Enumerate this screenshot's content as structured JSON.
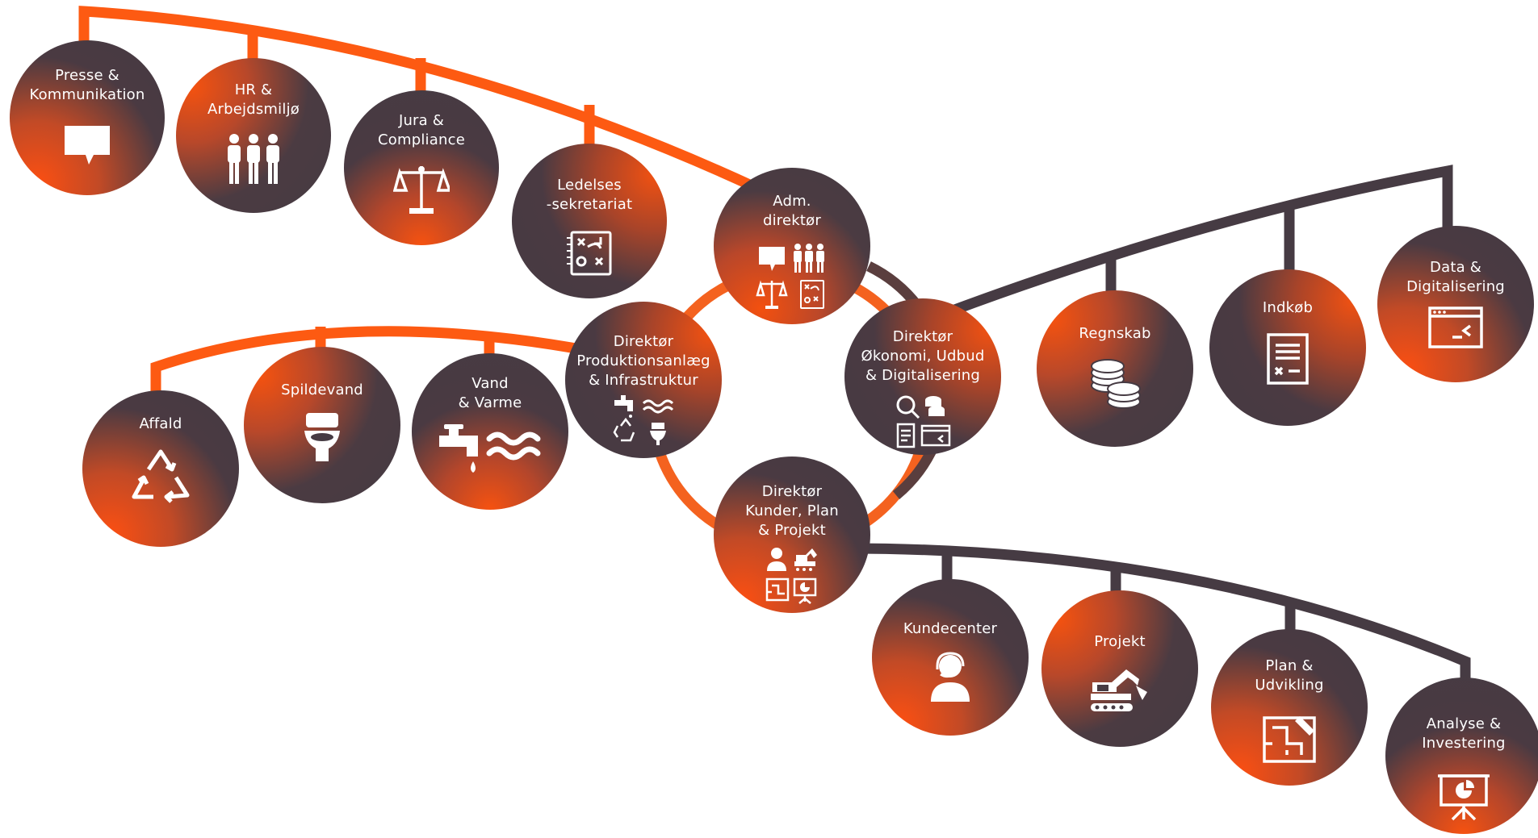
{
  "colors": {
    "orange_line": "#fd5a12",
    "dark_line": "#463b43",
    "ring_orange": "#f4621f",
    "ring_dark": "#5a3e3e",
    "circle_dark": "#463b43",
    "accent": "#fb4f12"
  },
  "top_group": [
    {
      "label": "Presse &\nKommunikation",
      "icon": "speech-bubble-icon"
    },
    {
      "label": "HR &\nArbejdsmiljø",
      "icon": "people-group-icon"
    },
    {
      "label": "Jura &\nCompliance",
      "icon": "scales-icon"
    },
    {
      "label": "Ledelses\n-sekretariat",
      "icon": "strategy-board-icon"
    }
  ],
  "center": {
    "adm": {
      "label": "Adm.\ndirektør",
      "icons": [
        "speech-bubble-icon",
        "people-group-icon",
        "scales-icon",
        "strategy-board-icon"
      ]
    },
    "production": {
      "label": "Direktør\nProduktionsanlæg\n& Infrastruktur",
      "icons": [
        "faucet-icon",
        "water-waves-icon",
        "recycle-icon",
        "toilet-icon"
      ]
    },
    "economy": {
      "label": "Direktør\nØkonomi, Udbud\n& Digitalisering",
      "icons": [
        "magnifier-icon",
        "coins-icon",
        "document-icon",
        "terminal-window-icon"
      ]
    },
    "customers": {
      "label": "Direktør\nKunder, Plan\n& Projekt",
      "icons": [
        "headset-person-icon",
        "excavator-icon",
        "blueprint-icon",
        "presentation-icon"
      ]
    }
  },
  "left_group": [
    {
      "label": "Affald",
      "icon": "recycle-icon"
    },
    {
      "label": "Spildevand",
      "icon": "toilet-icon"
    },
    {
      "label": "Vand\n& Varme",
      "icon": "faucet-waves-icon"
    }
  ],
  "right_group": [
    {
      "label": "Regnskab",
      "icon": "coins-icon"
    },
    {
      "label": "Indkøb",
      "icon": "invoice-icon"
    },
    {
      "label": "Data &\nDigitalisering",
      "icon": "terminal-window-icon"
    }
  ],
  "bottom_group": [
    {
      "label": "Kundecenter",
      "icon": "headset-person-icon"
    },
    {
      "label": "Projekt",
      "icon": "excavator-icon"
    },
    {
      "label": "Plan &\nUdvikling",
      "icon": "blueprint-icon"
    },
    {
      "label": "Analyse &\nInvestering",
      "icon": "presentation-icon"
    }
  ]
}
